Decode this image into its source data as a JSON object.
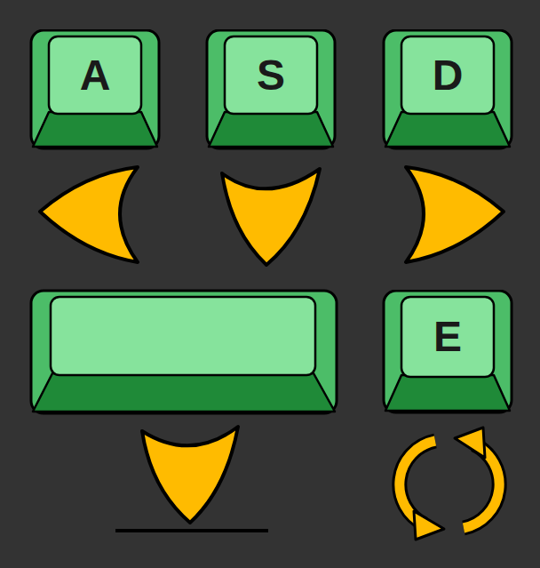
{
  "diagram": {
    "nodes": [
      {
        "text": [
          "A"
        ]
      },
      {
        "text": [
          "S"
        ]
      },
      {
        "text": [
          "D"
        ]
      },
      {
        "text": [
          "E"
        ]
      }
    ]
  }
}
